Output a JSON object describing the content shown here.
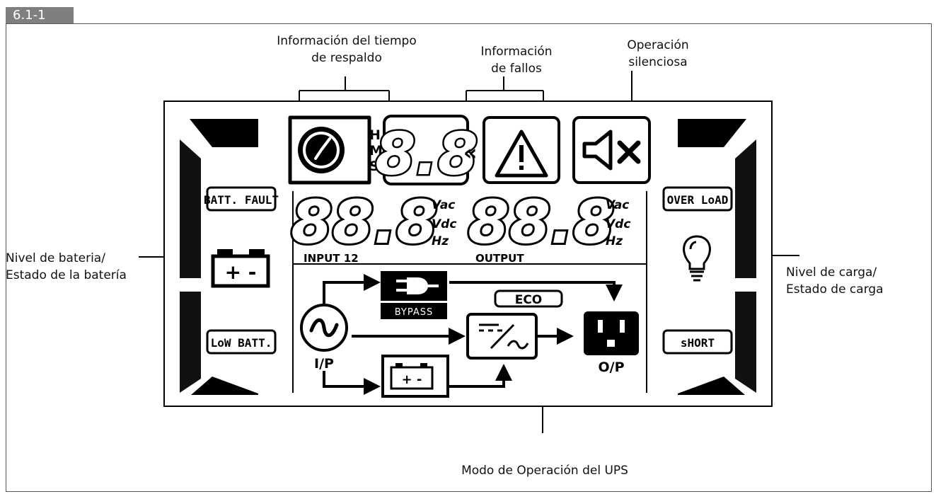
{
  "figure_tag": "6.1-1",
  "callouts": {
    "backup_time": [
      "Información del tiempo",
      "de respaldo"
    ],
    "fault": [
      "Información",
      "de fallos"
    ],
    "mute": [
      "Operación",
      "silenciosa"
    ],
    "battery": [
      "Nivel de bateria/",
      "Estado de la batería"
    ],
    "load": [
      "Nivel de carga/",
      "Estado de carga"
    ],
    "mode": "Modo de Operación del UPS"
  },
  "lcd": {
    "timer_units": [
      "H",
      "M",
      "S"
    ],
    "timer_digits": "8.8",
    "input_digits": "88.8",
    "output_digits": "88.8",
    "units": [
      "Vac",
      "Vdc",
      "Hz"
    ],
    "input_label": "INPUT 12",
    "output_label": "OUTPUT",
    "batt_fault": "BATT. FAULT",
    "low_batt": "LoW BATT.",
    "overload": "OVER LoAD",
    "short": "sHORT",
    "bypass": "BYPASS",
    "eco": "ECO",
    "ip": "I/P",
    "op": "O/P",
    "batt_symbol": "+ -"
  }
}
